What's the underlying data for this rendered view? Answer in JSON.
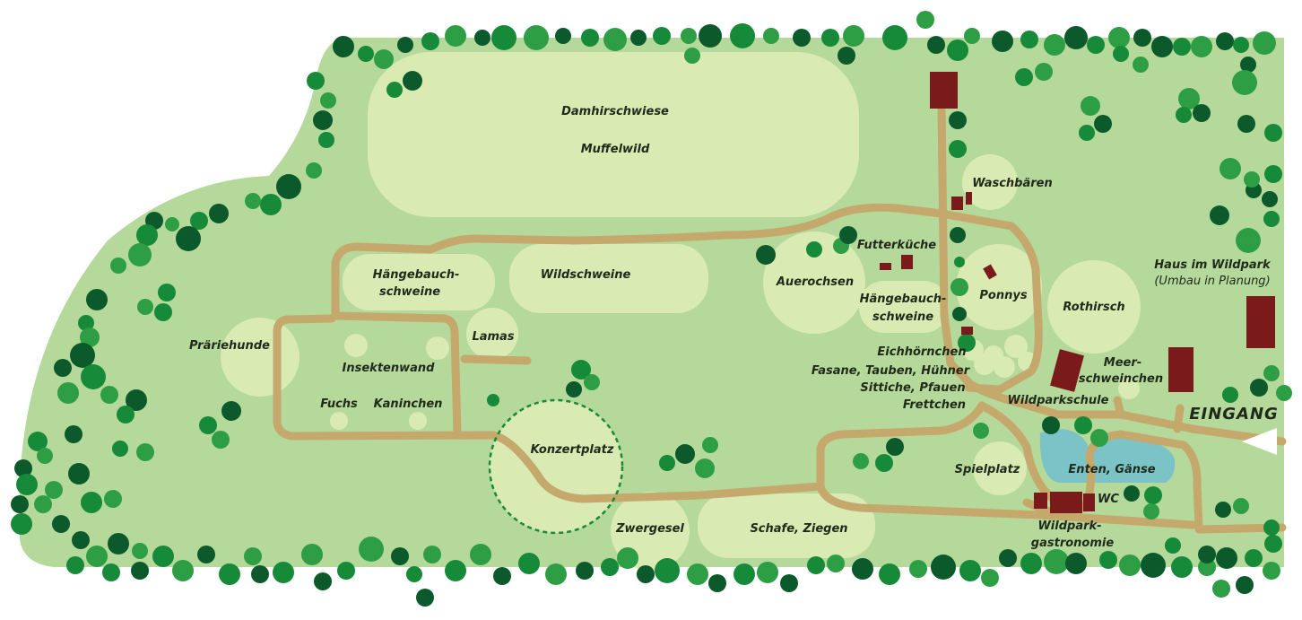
{
  "colors": {
    "park": "#b5d99a",
    "meadow": "#d9eab3",
    "path": "#c5a86b",
    "tree_dark": "#0c5a2c",
    "tree_mid": "#168a38",
    "tree_light": "#2e9e45",
    "building": "#7a1a1a",
    "water": "#7cc3c7",
    "dashed_circle": "#1a8a35"
  },
  "icons": [
    "entrance-arrow-icon"
  ],
  "labels": {
    "damhirschwiese": "Damhirschwiese",
    "muffelwild": "Muffelwild",
    "haengebauchschweine_west_1": "Hängebauch-",
    "haengebauchschweine_west_2": "schweine",
    "wildschweine": "Wildschweine",
    "auerochsen": "Auerochsen",
    "futterkueche": "Futterküche",
    "haengebauchschweine_east_1": "Hängebauch-",
    "haengebauchschweine_east_2": "schweine",
    "waschbaeren": "Waschbären",
    "ponnys": "Ponnys",
    "rothirsch": "Rothirsch",
    "haus_im_wildpark": "Haus im Wildpark",
    "umbau": "(Umbau in Planung)",
    "praeriehunde": "Präriehunde",
    "insektenwand": "Insektenwand",
    "lamas": "Lamas",
    "fuchs": "Fuchs",
    "kaninchen": "Kaninchen",
    "konzertplatz": "Konzertplatz",
    "eichhoernchen": "Eichhörnchen",
    "fasane": "Fasane, Tauben, Hühner",
    "sittiche": "Sittiche, Pfauen",
    "frettchen": "Frettchen",
    "meerschweinchen_1": "Meer-",
    "meerschweinchen_2": "schweinchen",
    "wildparkschule": "Wildparkschule",
    "eingang": "EINGANG",
    "spielplatz": "Spielplatz",
    "enten_gaense": "Enten, Gänse",
    "wc": "WC",
    "wildparkgastronomie_1": "Wildpark-",
    "wildparkgastronomie_2": "gastronomie",
    "zwergesel": "Zwergesel",
    "schafe_ziegen": "Schafe, Ziegen"
  }
}
